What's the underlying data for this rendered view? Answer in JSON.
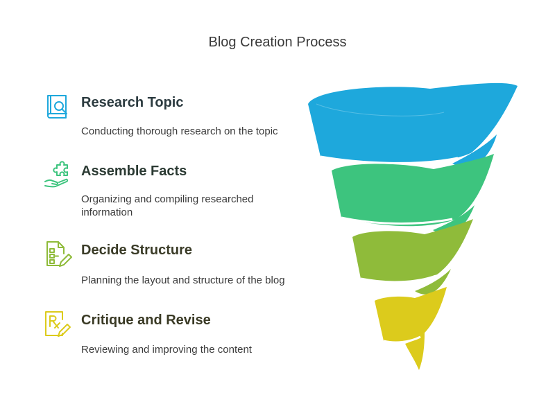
{
  "title": "Blog Creation Process",
  "colors": {
    "blue": "#1ea8dc",
    "green": "#3dc47e",
    "olive": "#8fbb3a",
    "yellow": "#dccb1c",
    "blue_text": "#2b3a3f",
    "green_text": "#2b3a33",
    "olive_text": "#3a3b27",
    "yellow_text": "#3a3a25"
  },
  "steps": [
    {
      "heading": "Research Topic",
      "description": "Conducting thorough research on the topic",
      "icon": "book-search-icon",
      "color": "#1ea8dc"
    },
    {
      "heading": "Assemble Facts",
      "description": "Organizing and compiling researched information",
      "icon": "puzzle-hand-icon",
      "color": "#3dc47e"
    },
    {
      "heading": "Decide Structure",
      "description": "Planning the layout and structure of the blog",
      "icon": "document-edit-icon",
      "color": "#8fbb3a"
    },
    {
      "heading": "Critique and Revise",
      "description": "Reviewing and improving the content",
      "icon": "prescription-edit-icon",
      "color": "#dccb1c"
    }
  ]
}
